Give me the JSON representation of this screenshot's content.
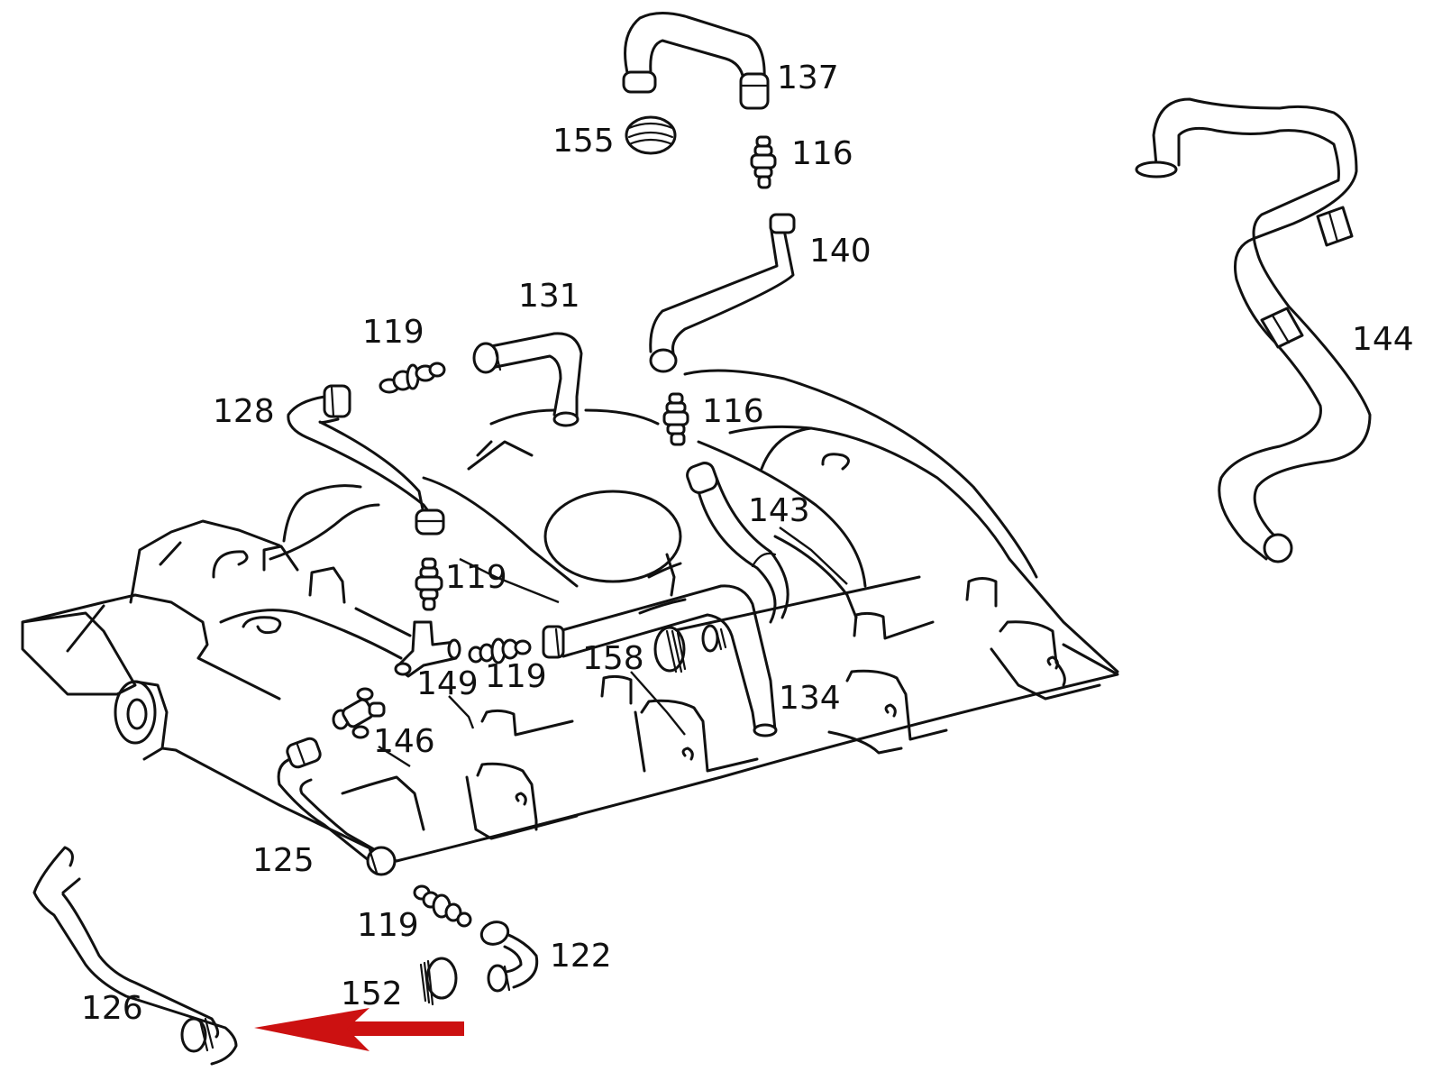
{
  "diagram": {
    "title": "Intake manifold crankcase ventilation hoses - exploded parts view",
    "arrow_color": "#cc1111",
    "arrow_target_part": "126",
    "parts": [
      {
        "id": "p137",
        "label": "137",
        "description": "hose"
      },
      {
        "id": "p155",
        "label": "155",
        "description": "clamp"
      },
      {
        "id": "p116a",
        "label": "116",
        "description": "connector"
      },
      {
        "id": "p140",
        "label": "140",
        "description": "hose"
      },
      {
        "id": "p144",
        "label": "144",
        "description": "hose"
      },
      {
        "id": "p131",
        "label": "131",
        "description": "hose"
      },
      {
        "id": "p119a",
        "label": "119",
        "description": "connector"
      },
      {
        "id": "p128",
        "label": "128",
        "description": "hose"
      },
      {
        "id": "p116b",
        "label": "116",
        "description": "connector"
      },
      {
        "id": "p143",
        "label": "143",
        "description": "hose"
      },
      {
        "id": "p119b",
        "label": "119",
        "description": "connector"
      },
      {
        "id": "p158",
        "label": "158",
        "description": "clamp"
      },
      {
        "id": "p149",
        "label": "149",
        "description": "T-piece"
      },
      {
        "id": "p119c",
        "label": "119",
        "description": "connector"
      },
      {
        "id": "p134",
        "label": "134",
        "description": "hose"
      },
      {
        "id": "p146",
        "label": "146",
        "description": "valve"
      },
      {
        "id": "p125",
        "label": "125",
        "description": "hose"
      },
      {
        "id": "p119d",
        "label": "119",
        "description": "connector"
      },
      {
        "id": "p122",
        "label": "122",
        "description": "elbow hose"
      },
      {
        "id": "p152",
        "label": "152",
        "description": "clamp"
      },
      {
        "id": "p126",
        "label": "126",
        "description": "hose"
      }
    ]
  }
}
